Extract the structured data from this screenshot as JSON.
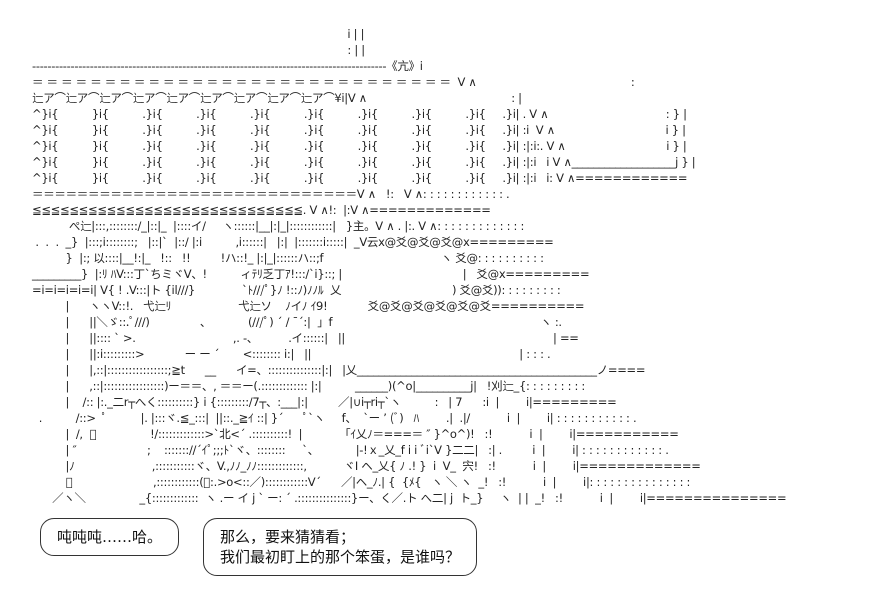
{
  "art": {
    "lines": [
      "                                                                                              i | |",
      "                                                                                              : | |",
      "--------------------------------------------------------------------------------------------《亢》i",
      "＝ ＝ ＝ ＝ ＝ ＝ ＝ ＝ ＝ ＝ ＝ ＝ ＝ ＝ ＝ ＝ ＝ ＝ ＝ ＝ ＝ ＝ ＝ ＝ ＝ ＝ ＝ ＝ ＝  V ∧                                              :",
      "辷ア⌒辷ア⌒辷ア⌒辷ア⌒辷ア⌒辷ア⌒辷ア⌒辷ア⌒辷ア⌒¥i|V ∧                                           : |",
      "^}i{          }i{          .}i{          .}i{          .}i{          .}i{          .}i{          .}i{          .}i{     .}i| . V ∧                                   : } |",
      "^}i{          }i{          .}i{          .}i{          .}i{          .}i{          .}i{          .}i{          .}i{     .}i| :i  V ∧                                 i } |",
      "^}i{          }i{          .}i{          .}i{          .}i{          .}i{          .}i{          .}i{          .}i{     .}i| :|:i:. V ∧                              i } |",
      "^}i{          }i{          .}i{          .}i{          .}i{          .}i{          .}i{          .}i{          .}i{     .}i| :|:i   i V ∧___________________j } |",
      "^}i{          }i{          .}i{          .}i{          .}i{          .}i{          .}i{          .}i{          .}i{     .}i| :|:i   i: V ∧============",
      "＝＝＝＝＝＝＝＝＝＝＝＝＝＝＝＝＝＝＝＝＝＝＝＝＝＝＝＝＝V ∧   !:   V ∧: : : : : : : : : : : : .",
      "≦≦≦≦≦≦≦≦≦≦≦≦≦≦≦≦≦≦≦≦≦≦≦≦≦≦≦≦≦. V ∧!:  |:V ∧=============",
      "           ぺ辷|:::,::::::::/_|::|_  |::::イ/     ヽ::::::|__|:|_|::::::::::::|   }主。V ∧ . |:. V ∧: : : : : : : : : : : : :",
      " .  .  .  _}  |:::;i::::::::;   |::|`  |::/ |:i          ,i::::::|   |:|  |:::::::i:::::|  _V云x@爻@爻@爻@x=========",
      "          }  |:; 以::::|__!:|_   !::   !!         !ハ::!_ |:|_|::::::ハ::;f                                   ヽ 爻@: : : : : : : : : :",
      "_________}  |:ﾘ ﾊV:::丁`ちミヾV、!          ィﾃﾘ乏丁ｱ!:::/`i}::; |                                    |   爻@x=========",
      "=i=i=i=i=i| V{ ! .V:::|ト {il///}              `ﾄ///ﾟ}ﾉ !::ﾉ)ﾉﾉﾙ  乂                                 ) 爻@爻)): : : : : : : : :",
      "          |      ヽヽV::!.   弋辷ﾘ                    弋辷ソ    ﾉイﾉ ｲ9!            爻@爻@爻@爻@爻@爻==========",
      "          |      ||＼ゞ::.ﾟ///)               、           (///ﾟ) ´ / ¯´:|  」f                                                              ヽ :.",
      "          |      ||:::: ` >.                             ,. -、         .イ::::::|   ||                                                              | ==",
      "          |      ||:i:::::::::>            ー ー ´       <:::::::: i:|   ||                                                              | : : : .",
      "          |      |,::|:::::::::::::::::;≧t      __      イ=、:::::::::::::::|:|   |乂____________________________________________ノ====",
      "          |      ,::|:::::::::::::::::)ー＝＝、, ＝＝ー(.::::::::::::: |:|          ______)(^o|__________j|   !刈辷_{: : : : : : : : :",
      "          |    /:: |:._二r┬へく::::::::::} i {:::::::::/7┬、:___|:|         ／|∪i┬ri┬`ヽ          :   | 7      :i  |        i|=========",
      "  .          /::>  ﾟ          |. |:::ヾ.≦_:::|  ||::._≧ｲ ::| }´      ﾟ`ヽ     f、  `ー ’ (ﾞ)   ﾊ        .|  .|/           i  |        i| : : : : : : : : : : : .",
      "          |  /,  ﾟ                !/:::::::::::::>`北<´ .::::::::::!  |           「ｲ乂ﾉ＝===＝ ″ }^o^)!   :!           i  |        i|===========",
      "          | ″                     ;    ::::::://´ｲﾟ;;;ﾄ`ヾ、::::::::     `、           |-!ｘ_乂_f i i ﾞi`V }二二|   :| .         i  |        i| : : : : : : : : : : : : .",
      "          |ﾉ                       ,:::::::::::ヾ、V.,ﾉﾉ_ﾉﾉ:::::::::::::,           ヾI ヘ_乂{ ﾉ .! }  i  V_  宍!   :!           i  |        i|=============",
      "          ﾟ                        ,::::::::::::(＼:.>o<::／)::::::::::::V´      ／|ヘ_ﾉ.| {  {ﾒ{   ヽ ＼ ヽ  _!   :!           i  |        i|: : : : : : : : : : : : : : :",
      "      ／ヽ＼                _{:::::::::::::  ヽ .ー イ j ` ー: ´ .:::::::::::::::}ー、く／.ト へ二| j  ト_}     ヽ  | |  _!   :!           i  |        i|==============="
    ]
  },
  "bubbles": {
    "small": "吨吨吨……哈。",
    "large": [
      "那么，要来猜猜看；",
      "我们最初盯上的那个笨蛋，是谁吗？"
    ]
  }
}
